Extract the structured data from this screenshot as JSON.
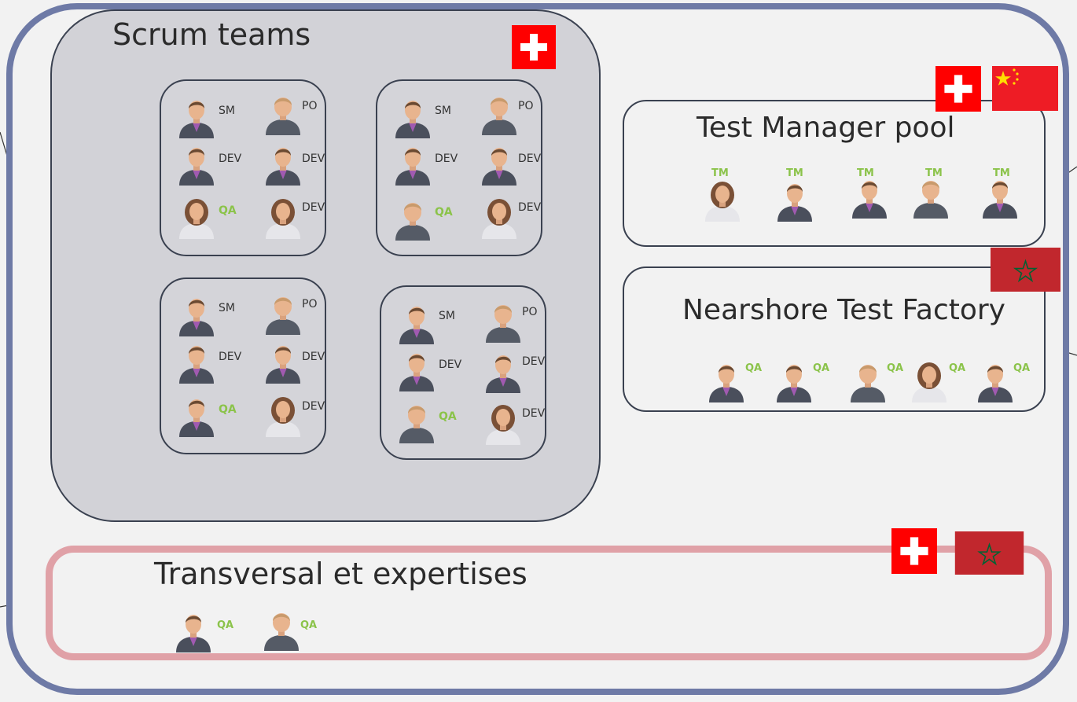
{
  "scrum": {
    "title": "Scrum teams",
    "teams": [
      {
        "r1a": "SM",
        "r1b": "PO",
        "r2a": "DEV",
        "r2b": "DEV",
        "r3a": "QA",
        "r3b": "DEV"
      },
      {
        "r1a": "SM",
        "r1b": "PO",
        "r2a": "DEV",
        "r2b": "DEV",
        "r3a": "QA",
        "r3b": "DEV"
      },
      {
        "r1a": "SM",
        "r1b": "PO",
        "r2a": "DEV",
        "r2b": "DEV",
        "r3a": "QA",
        "r3b": "DEV"
      },
      {
        "r1a": "SM",
        "r1b": "PO",
        "r2a": "DEV",
        "r2b": "DEV",
        "r3a": "QA",
        "r3b": "DEV"
      }
    ]
  },
  "tm_pool": {
    "title": "Test Manager pool",
    "roles": [
      "TM",
      "TM",
      "TM",
      "TM",
      "TM"
    ]
  },
  "nearshore": {
    "title": "Nearshore Test Factory",
    "roles": [
      "QA",
      "QA",
      "QA",
      "QA",
      "QA"
    ]
  },
  "transversal": {
    "title": "Transversal et expertises",
    "roles": [
      "QA",
      "QA"
    ]
  },
  "icons": {
    "flag_switzerland": "switzerland-flag-icon",
    "flag_china": "china-flag-icon",
    "flag_morocco": "morocco-flag-icon",
    "person": "person-avatar-icon"
  },
  "colors": {
    "outer_border": "#6e7aa6",
    "transversal_border": "#e0a1a7",
    "qa_label": "#8bc34a",
    "scrum_fill": "#d2d2d7"
  }
}
